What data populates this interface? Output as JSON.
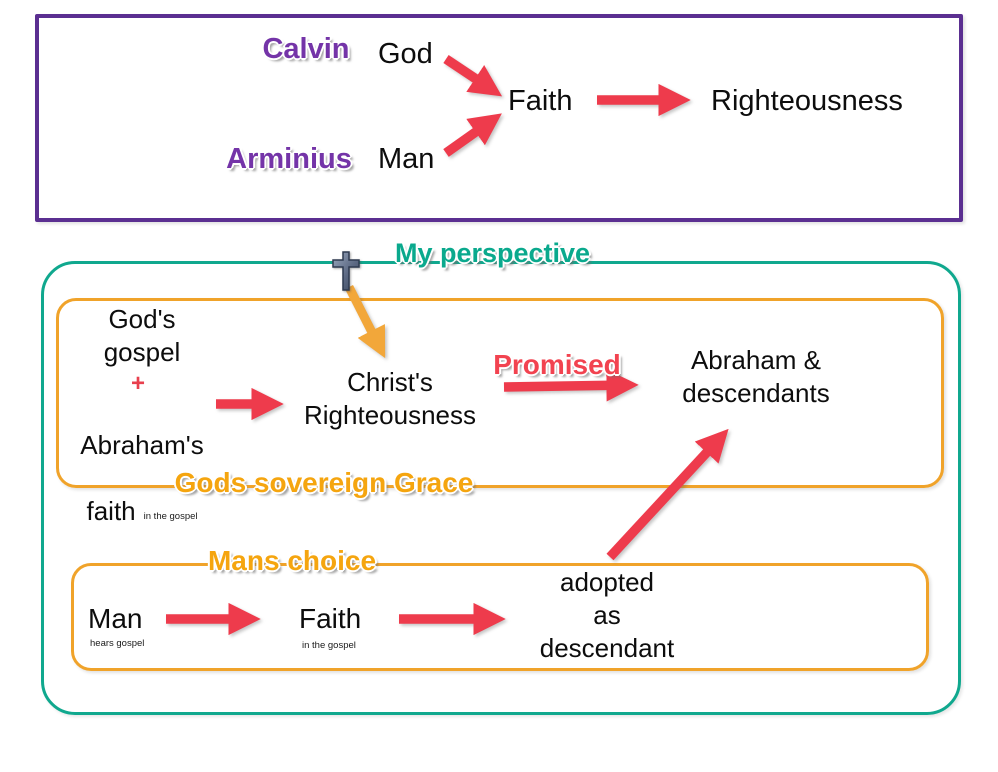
{
  "top_panel": {
    "calvin_label": "Calvin",
    "god_label": "God",
    "faith_label": "Faith",
    "righteousness_label": "Righteousness",
    "arminius_label": "Arminius",
    "man_label": "Man"
  },
  "my_perspective": {
    "title": "My perspective",
    "cross_icon": "latin-cross",
    "grace_box": {
      "gods_gospel": "God's\ngospel",
      "plus_sign": "+",
      "abrahams_line1": "Abraham's",
      "abrahams_faith_word": "faith",
      "abrahams_note": "in the gospel",
      "christs_righteousness": "Christ's\nRighteousness",
      "promised_label": "Promised",
      "abraham_descendants": "Abraham &\ndescendants",
      "caption": "Gods sovereign Grace"
    },
    "choice_box": {
      "caption": "Mans choice",
      "man_label": "Man",
      "man_note": "hears gospel",
      "faith_label": "Faith",
      "faith_note": "in the gospel",
      "adopted": "adopted\nas\ndescendant"
    }
  },
  "colors": {
    "purple_border": "#5b2f91",
    "purple_text": "#7434a8",
    "teal": "#10a88e",
    "orange": "#f0a32a",
    "red": "#ee3b4c",
    "text": "#0d0d0d"
  }
}
